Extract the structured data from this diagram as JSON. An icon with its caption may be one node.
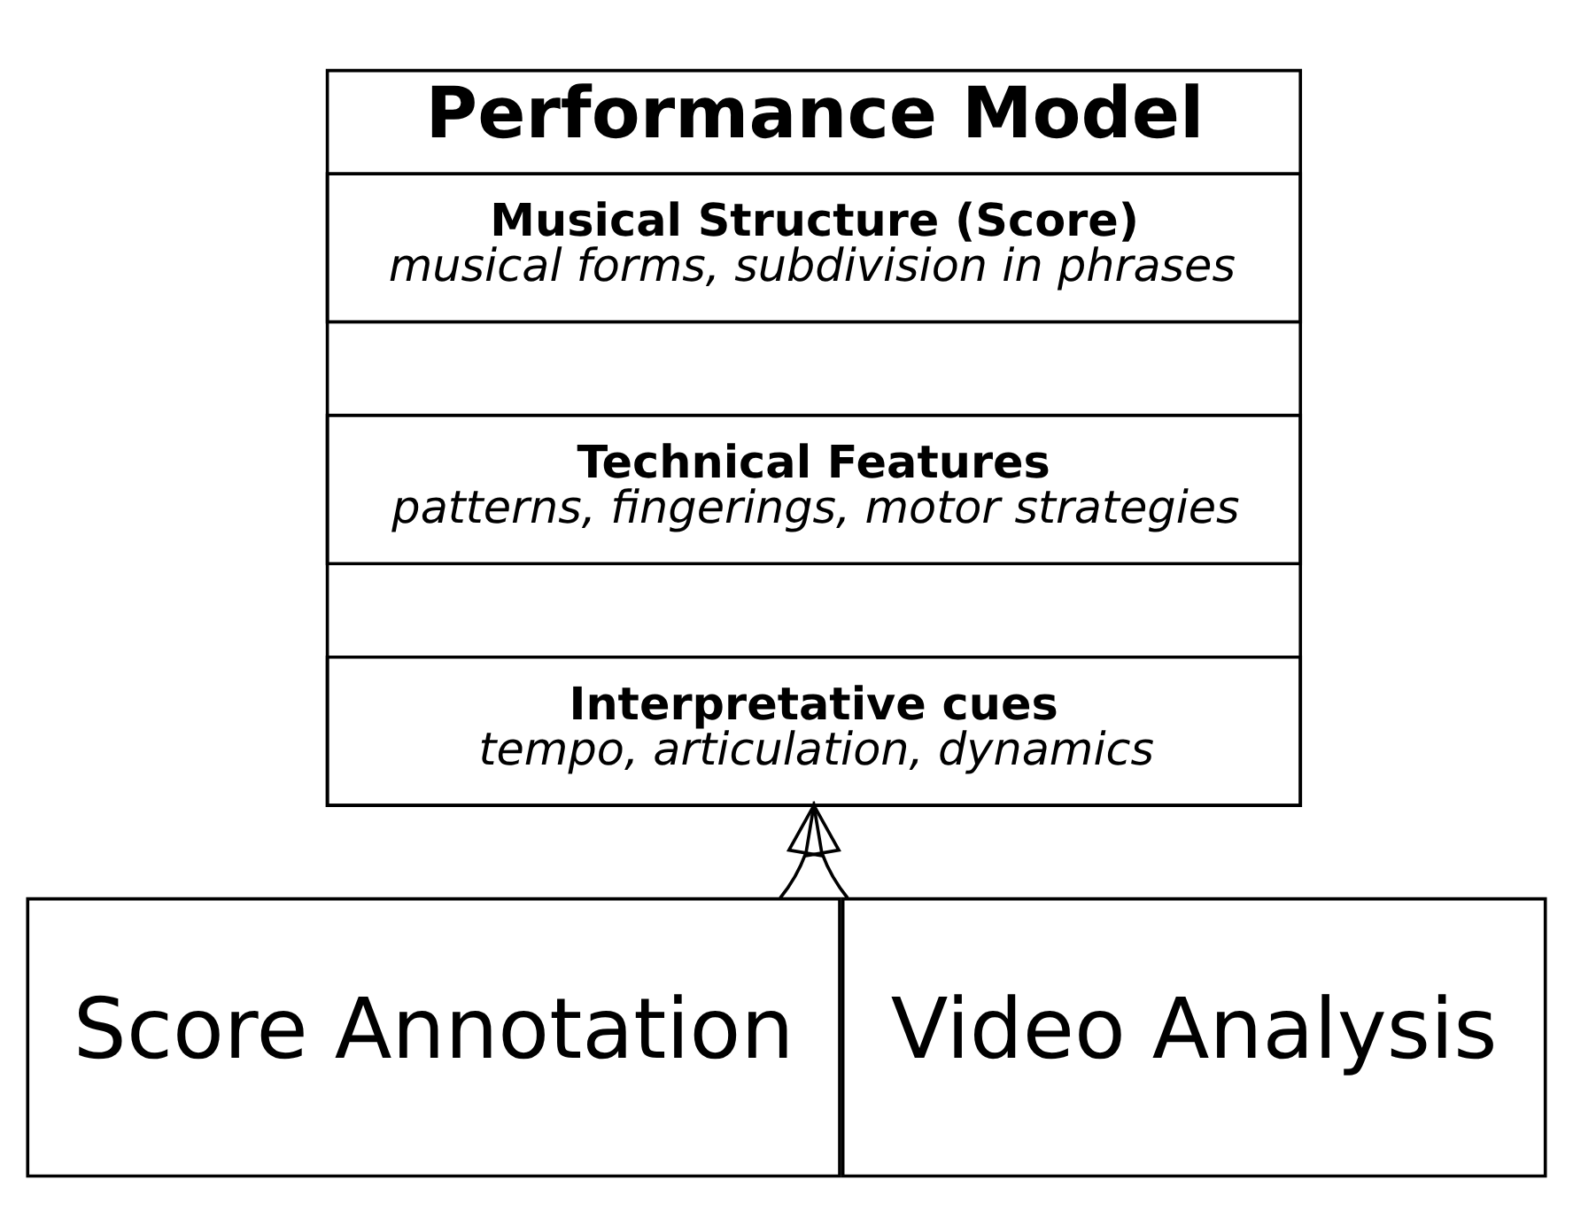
{
  "diagram": {
    "nodes": [
      {
        "text": [
          "Performance Model"
        ]
      },
      {
        "text": [
          "Musical Structure (Score)",
          "musical forms, subdivision in phrases"
        ],
        "in": 0
      },
      {
        "text": [
          "Technical Features",
          "patterns, fingerings, motor strategies"
        ],
        "in": 0
      },
      {
        "text": [
          "Interpretative cues",
          "tempo, articulation, dynamics"
        ],
        "in": 0
      },
      {
        "text": [
          "Score Annotation"
        ]
      },
      {
        "text": [
          "Video Analysis"
        ]
      }
    ],
    "edges": [
      {
        "from": 4,
        "to": 3,
        "arrow": "to"
      },
      {
        "from": 5,
        "to": 3,
        "arrow": "to"
      }
    ]
  }
}
